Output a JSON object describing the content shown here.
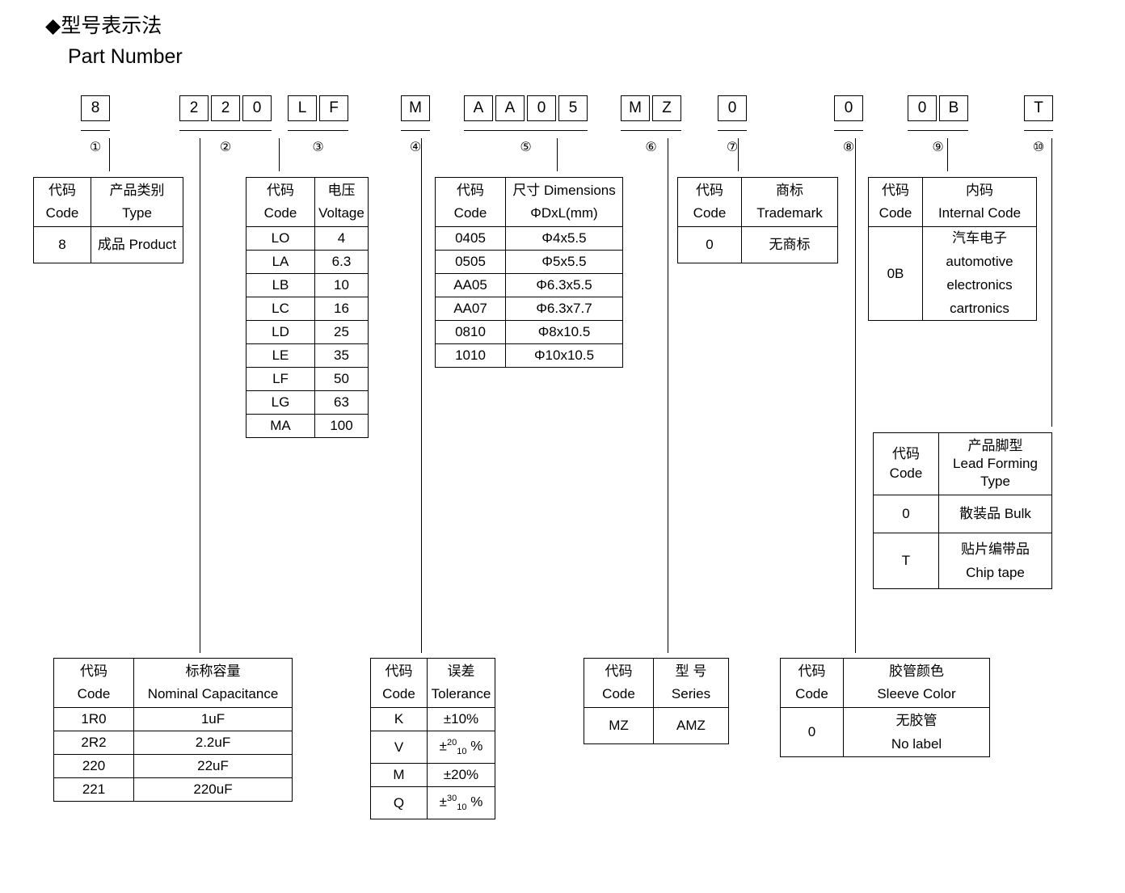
{
  "title": {
    "zh": "◆型号表示法",
    "en": "Part Number"
  },
  "part_number": {
    "groups": [
      {
        "index": "①",
        "chars": [
          "8"
        ]
      },
      {
        "index": "②",
        "chars": [
          "2",
          "2",
          "0"
        ]
      },
      {
        "index": "③",
        "chars": [
          "L",
          "F"
        ]
      },
      {
        "index": "④",
        "chars": [
          "M"
        ]
      },
      {
        "index": "⑤",
        "chars": [
          "A",
          "A",
          "0",
          "5"
        ]
      },
      {
        "index": "⑥",
        "chars": [
          "M",
          "Z"
        ]
      },
      {
        "index": "⑦",
        "chars": [
          "0"
        ]
      },
      {
        "index": "⑧",
        "chars": [
          "0"
        ]
      },
      {
        "index": "⑨",
        "chars": [
          "0",
          "B"
        ]
      },
      {
        "index": "⑩",
        "chars": [
          "T"
        ]
      }
    ]
  },
  "common": {
    "code_zh": "代码",
    "code_en": "Code"
  },
  "tables": {
    "type": {
      "header_zh": "产品类别",
      "header_en": "Type",
      "rows": [
        {
          "code": "8",
          "value": "成品 Product"
        }
      ]
    },
    "voltage": {
      "header_zh": "电压",
      "header_en": "Voltage",
      "rows": [
        {
          "code": "LO",
          "value": "4"
        },
        {
          "code": "LA",
          "value": "6.3"
        },
        {
          "code": "LB",
          "value": "10"
        },
        {
          "code": "LC",
          "value": "16"
        },
        {
          "code": "LD",
          "value": "25"
        },
        {
          "code": "LE",
          "value": "35"
        },
        {
          "code": "LF",
          "value": "50"
        },
        {
          "code": "LG",
          "value": "63"
        },
        {
          "code": "MA",
          "value": "100"
        }
      ]
    },
    "dimensions": {
      "header_zh": "尺寸 Dimensions",
      "header_en": "ΦDxL(mm)",
      "rows": [
        {
          "code": "0405",
          "value": "Φ4x5.5"
        },
        {
          "code": "0505",
          "value": "Φ5x5.5"
        },
        {
          "code": "AA05",
          "value": "Φ6.3x5.5"
        },
        {
          "code": "AA07",
          "value": "Φ6.3x7.7"
        },
        {
          "code": "0810",
          "value": "Φ8x10.5"
        },
        {
          "code": "1010",
          "value": "Φ10x10.5"
        }
      ]
    },
    "trademark": {
      "header_zh": "商标",
      "header_en": "Trademark",
      "rows": [
        {
          "code": "0",
          "value": "无商标"
        }
      ]
    },
    "internal_code": {
      "header_zh": "内码",
      "header_en": "Internal Code",
      "rows": [
        {
          "code": "0B",
          "lines": [
            "汽车电子",
            "automotive",
            "electronics",
            "cartronics"
          ]
        }
      ]
    },
    "lead_forming": {
      "header_zh": "产品脚型",
      "header_en": "Lead Forming",
      "header_en2": "Type",
      "rows": [
        {
          "code": "0",
          "lines": [
            "散装品 Bulk"
          ]
        },
        {
          "code": "T",
          "lines": [
            "贴片编带品",
            "Chip tape"
          ]
        }
      ]
    },
    "capacitance": {
      "header_zh": "标称容量",
      "header_en": "Nominal Capacitance",
      "rows": [
        {
          "code": "1R0",
          "value": "1uF"
        },
        {
          "code": "2R2",
          "value": "2.2uF"
        },
        {
          "code": "220",
          "value": "22uF"
        },
        {
          "code": "221",
          "value": "220uF"
        }
      ]
    },
    "tolerance": {
      "header_zh": "误差",
      "header_en": "Tolerance",
      "rows": [
        {
          "code": "K",
          "value": "±10%"
        },
        {
          "code": "V",
          "prefix": "±",
          "sup": "20",
          "sub": "10",
          "suffix": "%"
        },
        {
          "code": "M",
          "value": "±20%"
        },
        {
          "code": "Q",
          "prefix": "±",
          "sup": "30",
          "sub": "10",
          "suffix": "%"
        }
      ]
    },
    "series": {
      "header_zh": "型 号",
      "header_en": "Series",
      "rows": [
        {
          "code": "MZ",
          "value": "AMZ"
        }
      ]
    },
    "sleeve_color": {
      "header_zh": "胶管颜色",
      "header_en": "Sleeve Color",
      "rows": [
        {
          "code": "0",
          "lines": [
            "无胶管",
            "No label"
          ]
        }
      ]
    }
  }
}
